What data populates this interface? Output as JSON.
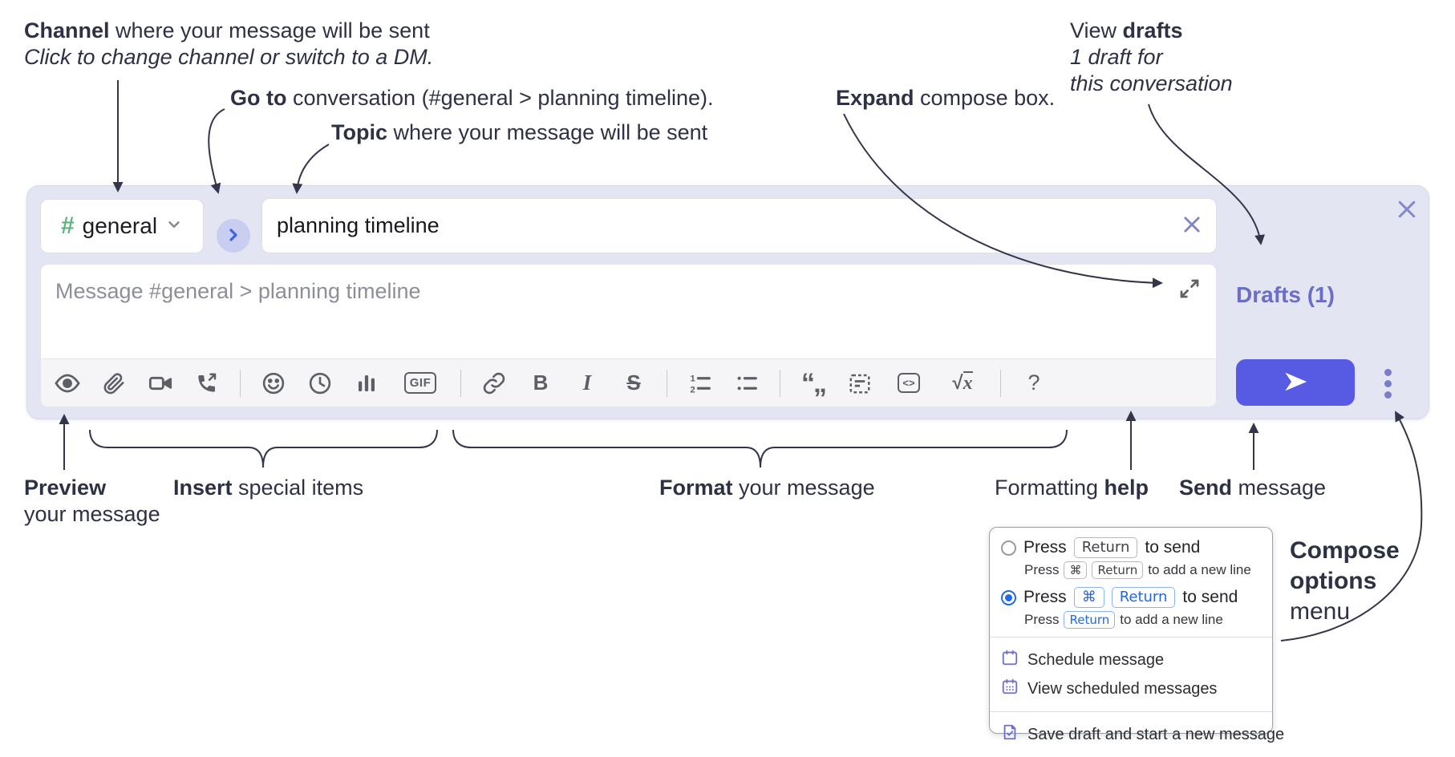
{
  "colors": {
    "accent": "#575ae2",
    "drafts_link": "#6b6ec6",
    "annotation_text": "#2e3145",
    "hash_green": "#5fb382",
    "key_blue": "#2268e5",
    "composer_bg": "#e3e5f3"
  },
  "annotations": {
    "channel": {
      "bold": "Channel",
      "rest": " where your message will be sent",
      "line2": "Click to change channel or switch to a DM."
    },
    "goto": {
      "bold": "Go to",
      "rest": " conversation (#general > planning timeline)."
    },
    "topic": {
      "bold": "Topic",
      "rest": " where your message will be sent"
    },
    "expand": {
      "bold": "Expand",
      "rest": " compose box."
    },
    "view_drafts": {
      "pre": "View ",
      "bold": "drafts",
      "line2": "1 draft for",
      "line3": "this conversation"
    },
    "preview": {
      "bold": "Preview",
      "line2": "your message"
    },
    "insert": {
      "bold": "Insert",
      "rest": " special items"
    },
    "format": {
      "bold": "Format",
      "rest": " your message"
    },
    "formatting_help": {
      "pre": "Formatting ",
      "bold": "help"
    },
    "send": {
      "bold": "Send",
      "rest": " message"
    },
    "compose_options": {
      "line1": "Compose",
      "line2": "options",
      "line3": "menu"
    }
  },
  "composer": {
    "channel": {
      "hash": "#",
      "name": "general"
    },
    "topic_value": "planning timeline",
    "message_placeholder": "Message #general > planning timeline",
    "drafts_label": "Drafts (1)",
    "toolbar_glyphs": {
      "gif": "GIF",
      "bold": "B",
      "italic": "I",
      "strike": "S",
      "olist_1": "1",
      "olist_2": "2",
      "quote": "“„",
      "sqrt_sign": "√",
      "sqrt_var": "x",
      "inline_code": "<>",
      "help": "?"
    }
  },
  "menu": {
    "options": [
      {
        "pre": "Press",
        "key1": "Return",
        "post": "to send",
        "sub_pre": "Press",
        "sub_key1": "⌘",
        "sub_key2": "Return",
        "sub_post": "to add a new line",
        "selected": false
      },
      {
        "pre": "Press",
        "key1": "⌘",
        "key2": "Return",
        "post": "to send",
        "sub_pre": "Press",
        "sub_key1": "Return",
        "sub_post": "to add a new line",
        "selected": true
      }
    ],
    "items": [
      {
        "label": "Schedule message",
        "icon": "calendar-icon"
      },
      {
        "label": "View scheduled messages",
        "icon": "calendar-grid-icon"
      },
      {
        "label": "Save draft and start a new message",
        "icon": "document-check-icon"
      }
    ]
  }
}
